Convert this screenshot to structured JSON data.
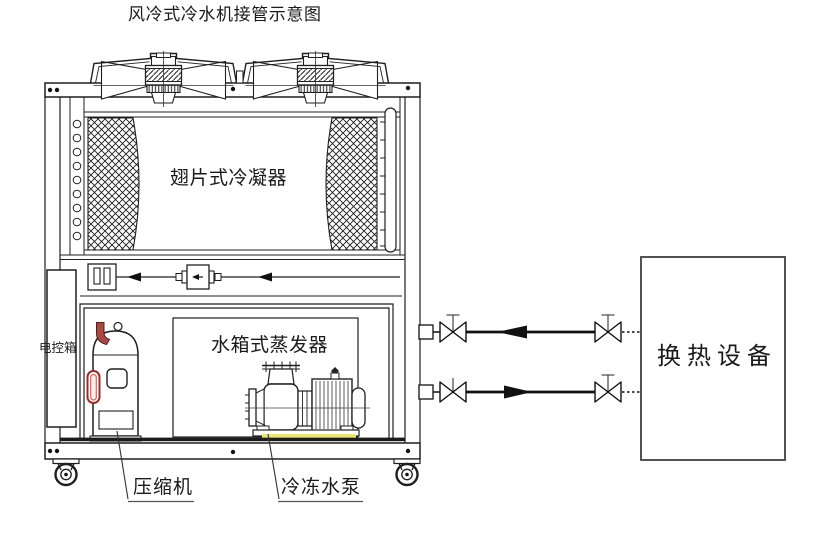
{
  "labels": {
    "title": "风冷式冷水机接管示意图",
    "condenser": "翅片式冷凝器",
    "evaporator": "水箱式蒸发器",
    "control_box": "电控箱",
    "compressor": "压缩机",
    "pump": "冷冻水泵",
    "heat_exchanger": "换热设备"
  },
  "diagram": {
    "fan_count": 2,
    "valve_count": 4,
    "caster_count": 2,
    "water_pipes": [
      {
        "id": "return",
        "row": "top",
        "flow_direction": "left",
        "valves": 2,
        "end_style": "dashed-at-heat-exchanger"
      },
      {
        "id": "supply",
        "row": "bottom",
        "flow_direction": "right",
        "valves": 2,
        "end_style": "dashed-at-heat-exchanger"
      }
    ],
    "refrigerant_line": {
      "flow_direction": "left",
      "inline_component": "filter-drier"
    }
  },
  "colors": {
    "line": "#1f1f1f",
    "accent_red": "#a84a44",
    "tube_red": "#b03030",
    "highlight_yellow": "#e9e96f",
    "background": "#ffffff"
  }
}
